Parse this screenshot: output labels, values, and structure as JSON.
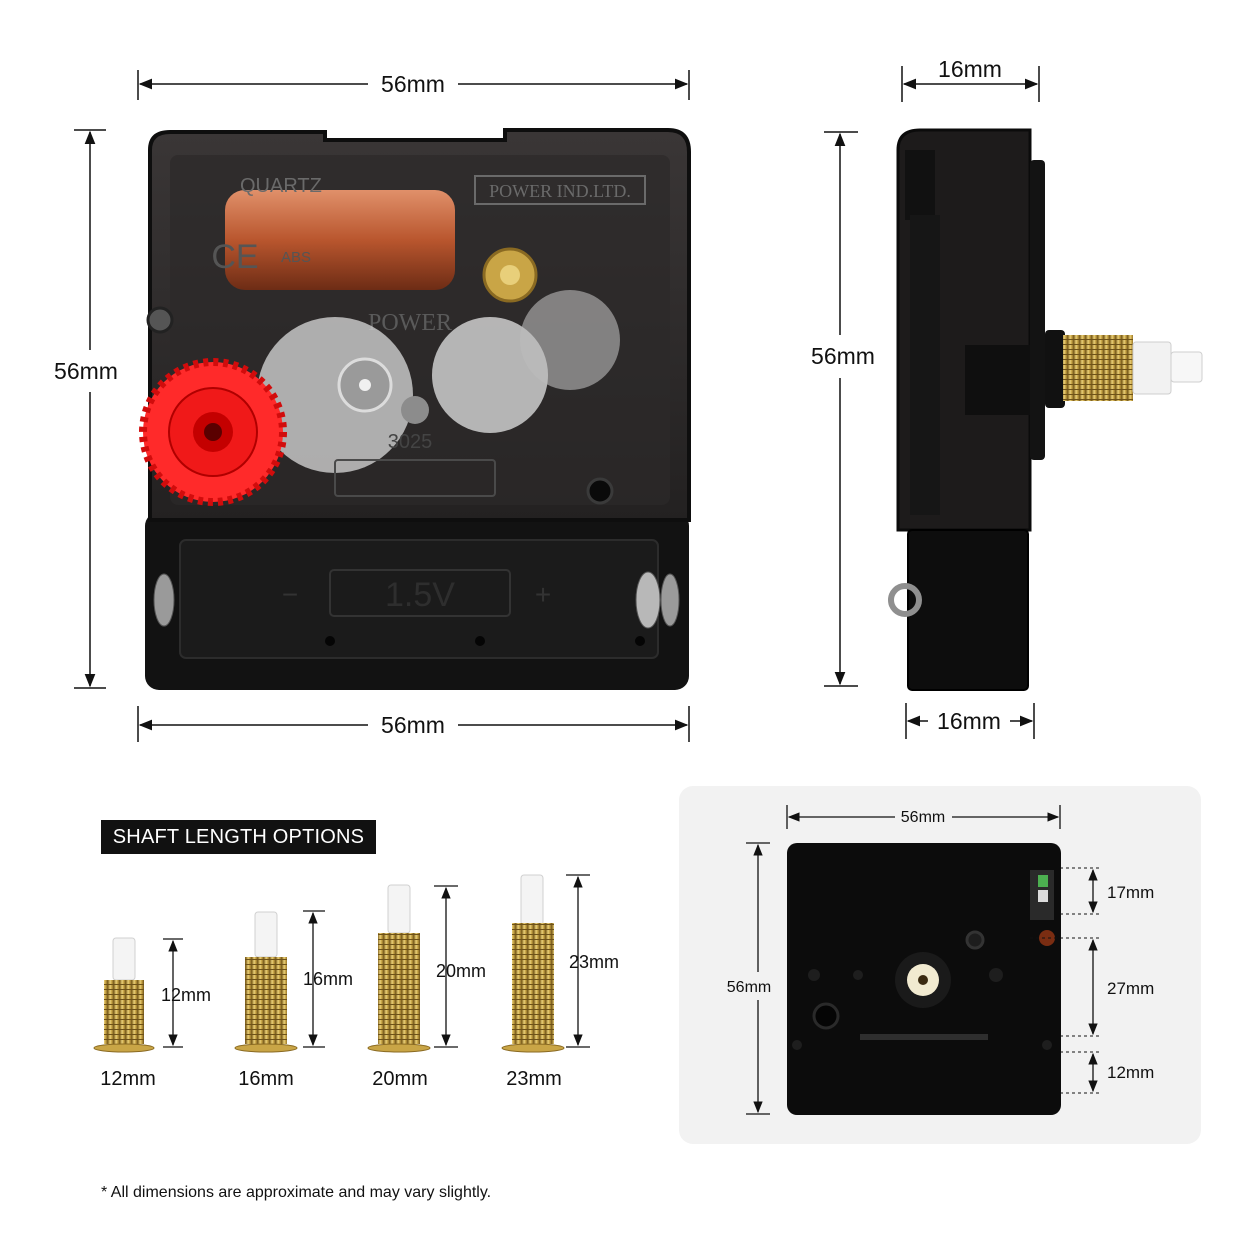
{
  "dimensions": {
    "front_top_width": "56mm",
    "front_bottom_width": "56mm",
    "front_height": "56mm",
    "side_top_depth": "16mm",
    "side_bottom_depth": "16mm",
    "side_height": "56mm"
  },
  "movement_markings": {
    "quartz": "QUARTZ",
    "brand": "POWER IND.LTD.",
    "logo_text": "POWER",
    "ce": "CE",
    "material": "ABS",
    "model": "3025",
    "battery": "1.5V",
    "minus": "−",
    "plus": "+"
  },
  "shaft_options": {
    "title": "SHAFT LENGTH OPTIONS",
    "items": [
      {
        "label": "12mm",
        "measure": "12mm"
      },
      {
        "label": "16mm",
        "measure": "16mm"
      },
      {
        "label": "20mm",
        "measure": "20mm"
      },
      {
        "label": "23mm",
        "measure": "23mm"
      }
    ]
  },
  "back_view": {
    "width": "56mm",
    "height": "56mm",
    "segments": [
      "17mm",
      "27mm",
      "12mm"
    ]
  },
  "footnote": "* All dimensions are approximate and may vary slightly."
}
